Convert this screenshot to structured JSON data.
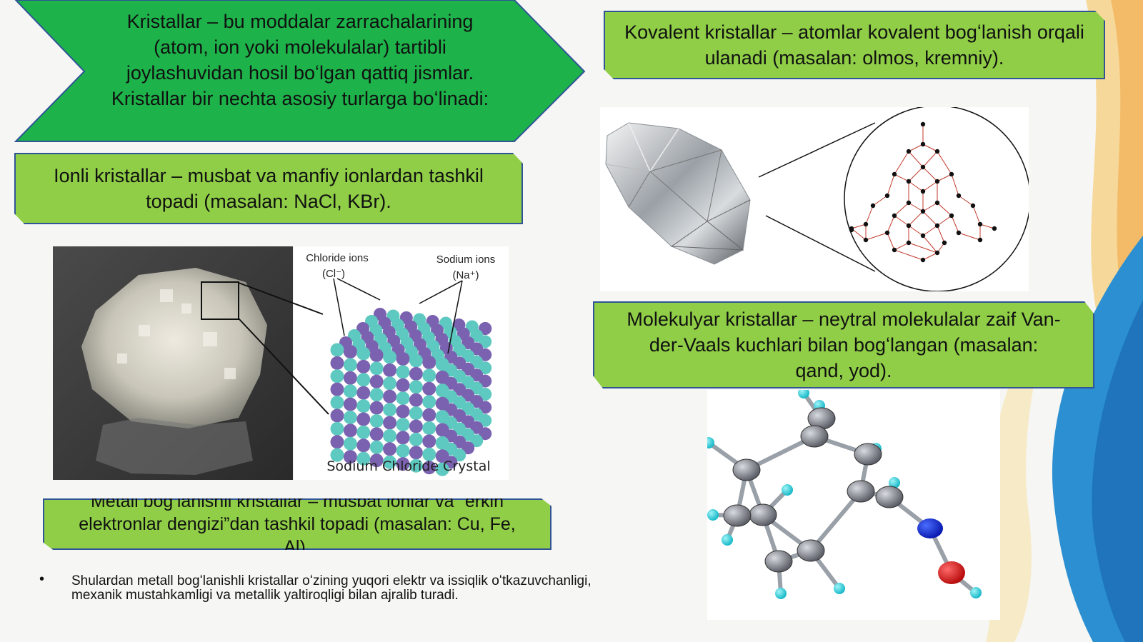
{
  "intro_text": "Kristallar – bu moddalar zarrachalarining (atom, ion yoki molekulalar) tartibli joylashuvidan hosil boʻlgan qattiq jismlar. Kristallar bir nechta asosiy turlarga boʻlinadi:",
  "ionic_text": "Ionli kristallar – musbat va manfiy ionlardan tashkil topadi (masalan: NaCl, KBr).",
  "covalent_text": "Kovalent kristallar – atomlar kovalent bogʻlanish orqali ulanadi (masalan: olmos, kremniy).",
  "molecular_text": "Molekulyar kristallar – neytral molekulalar zaif Van-der-Vaals kuchlari bilan bogʻlangan (masalan: qand, yod).",
  "metallic_text": "Metall bogʻlanishli kristallar – musbat ionlar va “erkin elektronlar dengizi”dan tashkil topadi (masalan: Cu, Fe, Al).",
  "bullet_text": "Shulardan metall bogʻlanishli kristallar oʻzining yuqori elektr va issiqlik oʻtkazuvchanligi, mexanik mustahkamligi va metallik yaltiroqligi bilan ajralib turadi.",
  "nacl_figure": {
    "chloride_label": "Chloride ions",
    "chloride_symbol": "(Cl⁻)",
    "sodium_label": "Sodium ions",
    "sodium_symbol": "(Na⁺)",
    "caption": "Sodium Chloride Crystal"
  },
  "colors": {
    "arrow_green": "#1db34a",
    "box_green": "#8fce46",
    "border_blue": "#2f5597",
    "chloride": "#5ec9c0",
    "sodium": "#7a62b0"
  }
}
